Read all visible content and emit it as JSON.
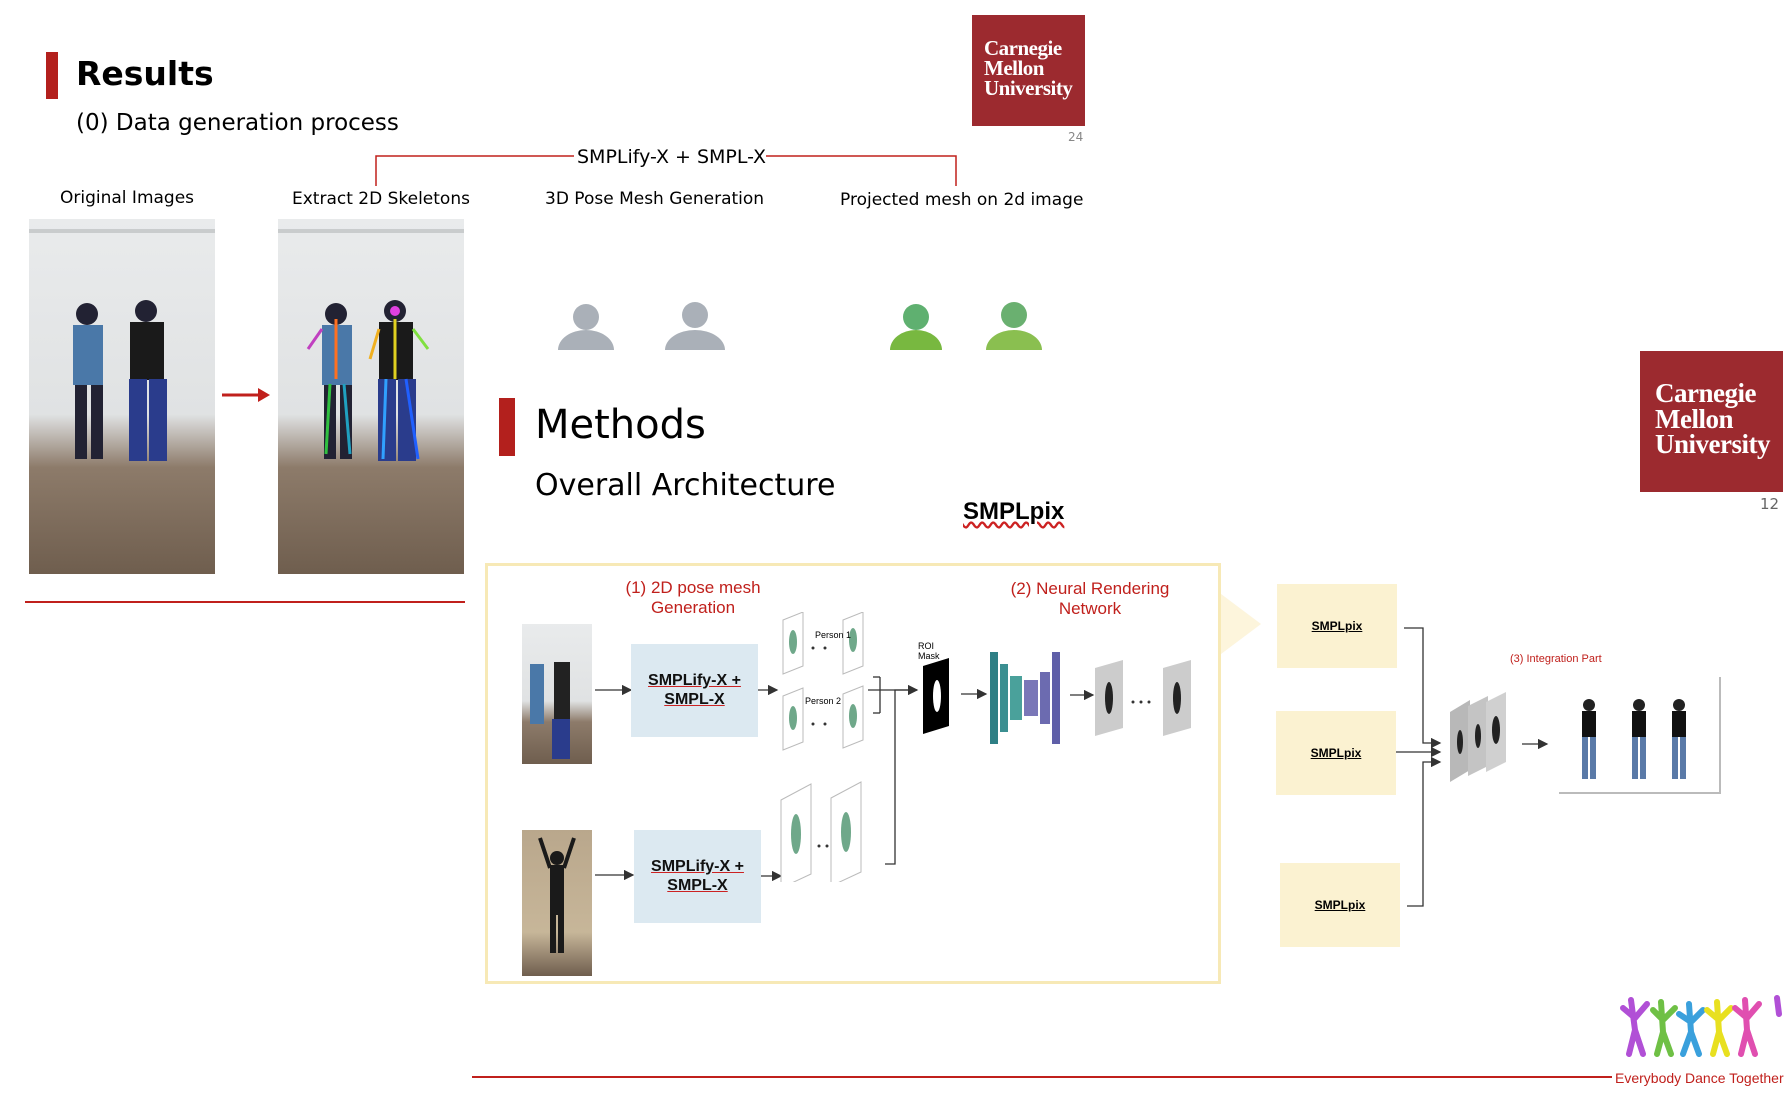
{
  "results_slide": {
    "title": "Results",
    "subtitle": "(0) Data generation process",
    "logo_text": [
      "Carnegie",
      "Mellon",
      "University"
    ],
    "page_number": "24",
    "bracket_label": "SMPLify-X + SMPL-X",
    "column_labels": [
      "Original Images",
      "Extract 2D Skeletons",
      "3D Pose Mesh Generation",
      "Projected mesh on 2d image"
    ]
  },
  "methods_slide": {
    "title": "Methods",
    "subtitle": "Overall Architecture",
    "logo_text": [
      "Carnegie",
      "Mellon",
      "University"
    ],
    "page_number": "12",
    "smplpix_heading": "SMPLpix",
    "stage1_label": "(1) 2D pose mesh Generation",
    "stage2_label": "(2) Neural Rendering Network",
    "stage3_label": "(3) Integration Part",
    "box_top": "SMPLify-X + SMPL-X",
    "box_bottom": "SMPLify-X + SMPL-X",
    "person1": "Person 1",
    "person2": "Person 2",
    "roi_mask": "ROI Mask",
    "smplpix_boxes": [
      "SMPLpix",
      "SMPLpix",
      "SMPLpix"
    ],
    "footer_brand": "Everybody Dance Together"
  },
  "colors": {
    "accent_red": "#b3201d",
    "cmu_red": "#9c2a2f",
    "box_blue": "#dce9f1",
    "box_yellow": "#fbf2d1",
    "frame_yellow": "#f7e9b6"
  }
}
